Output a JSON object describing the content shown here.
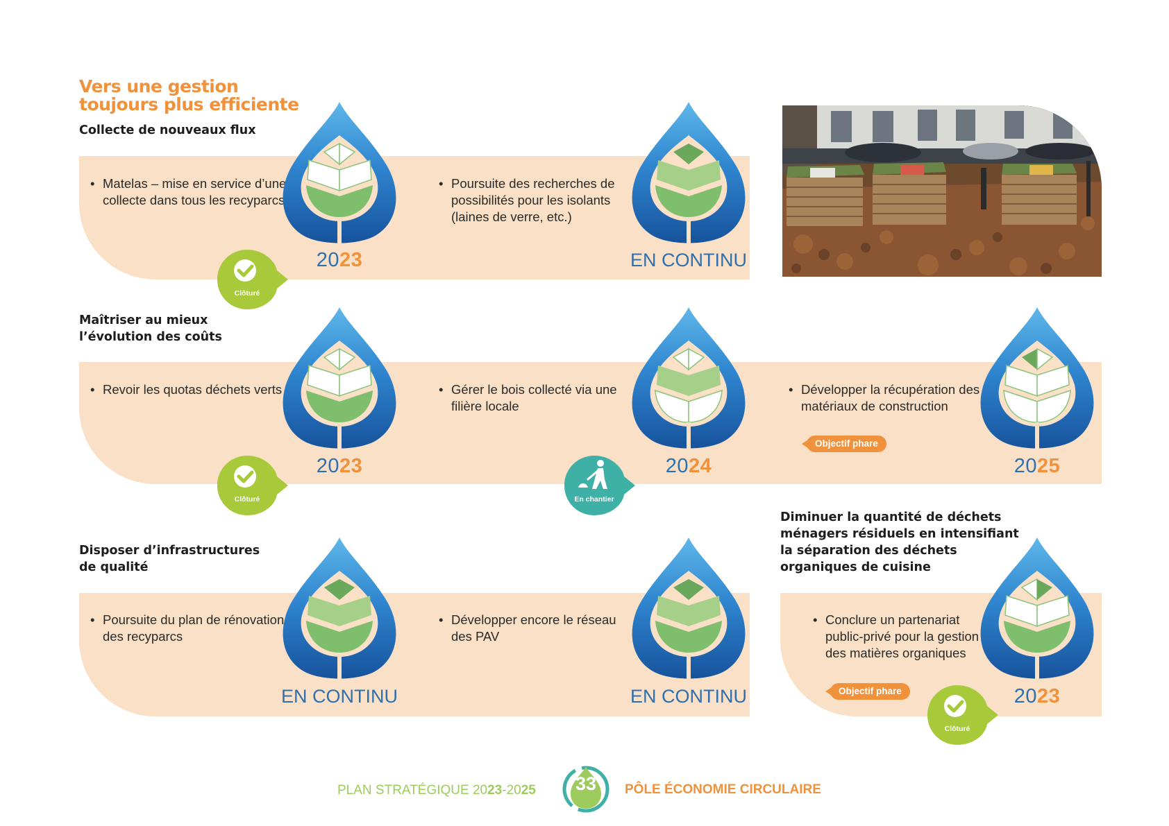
{
  "page_title": [
    "Vers une gestion",
    "toujours plus efficiente"
  ],
  "sections": {
    "collecte": {
      "title": [
        "Collecte de nouveaux flux"
      ]
    },
    "couts": {
      "title": [
        "Maîtriser au mieux",
        "l’évolution des coûts"
      ]
    },
    "infra": {
      "title": [
        "Disposer d’infrastructures",
        "de qualité"
      ]
    },
    "diminuer": {
      "title": [
        "Diminuer la quantité de déchets",
        "ménagers résiduels en intensifiant",
        "la séparation des déchets",
        "organiques de cuisine"
      ]
    }
  },
  "cards": {
    "c1": {
      "text": "Matelas – mise en service d’une collecte dans tous les recyparcs",
      "year_a": "20",
      "year_b": "23",
      "status": "Clôturé"
    },
    "c2": {
      "text": "Poursuite des recherches de possibilités pour les isolants (laines de verre, etc.)",
      "period": "EN CONTINU"
    },
    "c3": {
      "text": "Revoir les quotas déchets verts",
      "year_a": "20",
      "year_b": "23",
      "status": "Clôturé"
    },
    "c4": {
      "text": "Gérer le bois collecté via une filière locale",
      "year_a": "20",
      "year_b": "24",
      "status": "En chantier"
    },
    "c5": {
      "text": "Développer la récupération des matériaux de construction",
      "year_a": "20",
      "year_b": "25",
      "badge": "Objectif phare"
    },
    "c6": {
      "text": "Poursuite du plan de rénovation des recyparcs",
      "period": "EN CONTINU"
    },
    "c7": {
      "text": "Développer encore le réseau des PAV",
      "period": "EN CONTINU"
    },
    "c8": {
      "text": "Conclure un partenariat public-privé pour la gestion des matières organiques",
      "year_a": "20",
      "year_b": "23",
      "status": "Clôturé",
      "badge": "Objectif phare"
    }
  },
  "footer": {
    "plan_a": "PLAN STRATÉGIQUE 20",
    "plan_b": "23",
    "plan_c": "-20",
    "plan_d": "25",
    "page_number": "33",
    "pole": "PÔLE ÉCONOMIE CIRCULAIRE"
  },
  "colors": {
    "orange": "#f0913b",
    "peach": "#f9e0c6",
    "blue_dark": "#1f5fa8",
    "blue_light": "#5aaee6",
    "green_leaf": "#7fbe6d",
    "green_status": "#a7c93a",
    "teal_status": "#3fb0a6"
  },
  "icons": {
    "drop": "drop-leaf-icon",
    "done": "check-icon",
    "worker": "worker-icon"
  }
}
